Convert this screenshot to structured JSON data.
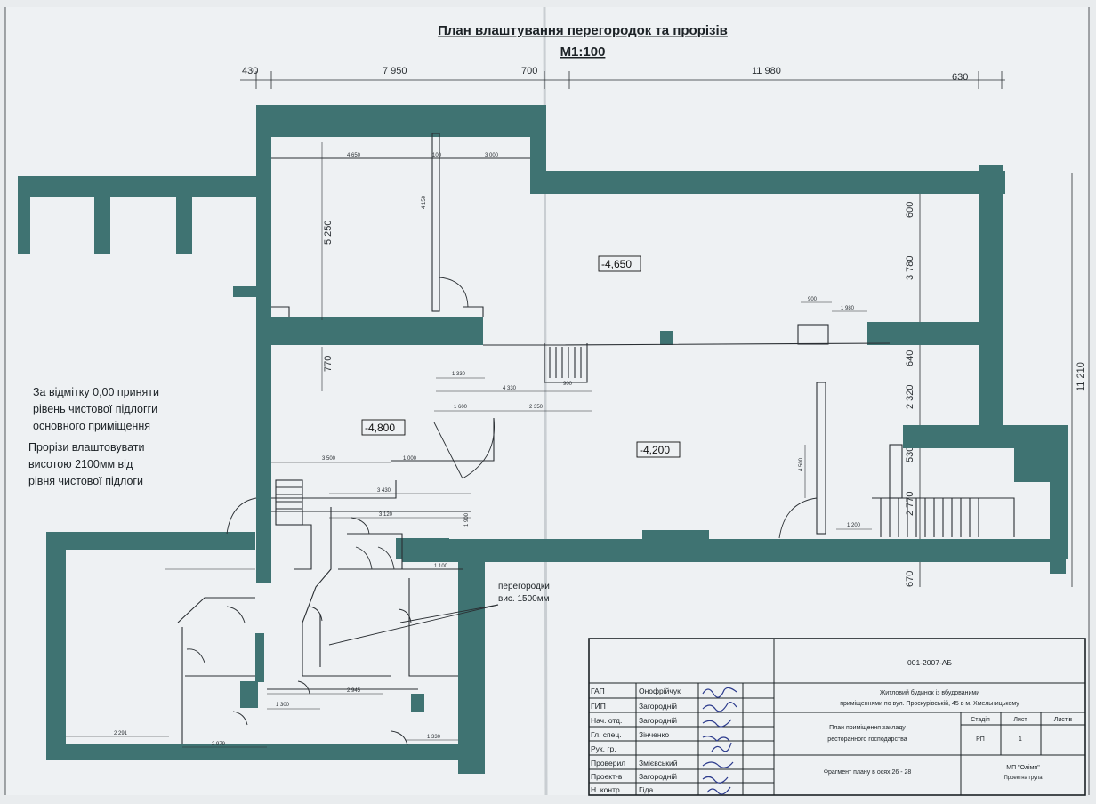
{
  "title": "План влаштування перегородок та прорізів",
  "scale": "М1:100",
  "top_dims": [
    "430",
    "7 950",
    "700",
    "11 980",
    "630"
  ],
  "right_dims": [
    "600",
    "3 780",
    "640",
    "2 320",
    "530",
    "2 770",
    "670"
  ],
  "overall_right_dim": "11 210",
  "left_dims": [
    "5 250",
    "770"
  ],
  "levels": [
    "-4,650",
    "-4,800",
    "-4,200"
  ],
  "notes": [
    "За відмітку 0,00 приняти",
    "рівень чистової підлогги",
    "основного приміщення",
    "Прорізи влаштовувати",
    "висотою 2100мм від",
    "рівня чистової підлоги"
  ],
  "partition_note": [
    "перегородки",
    "вис. 1500мм"
  ],
  "small_dims": [
    "4 650",
    "100",
    "3 000",
    "4 150",
    "1 330",
    "4 330",
    "1 600",
    "2 350",
    "900",
    "900",
    "1 980",
    "3 500",
    "1 000",
    "3 430",
    "3 120",
    "1 900",
    "1 100",
    "2 945",
    "1 300",
    "2 979",
    "2 291",
    "1 330",
    "1 200",
    "4 500"
  ],
  "title_block": {
    "code": "001-2007-АБ",
    "project_lines": [
      "Житловий будинок із вбудованими",
      "приміщеннями по вул. Проскурівській, 45 в м. Хмельницькому"
    ],
    "sheet_title": [
      "План приміщення закладу",
      "ресторанного господарства"
    ],
    "fragment": "Фрагмент плану в осях 26 - 28",
    "stage_headers": [
      "Стадія",
      "Лист",
      "Листів"
    ],
    "stage_values": [
      "РП",
      "1",
      ""
    ],
    "company": [
      "МП \"Олімп\"",
      "Проектна група"
    ],
    "roles": [
      {
        "role": "ГАП",
        "name": "Онофрійчук"
      },
      {
        "role": "ГИП",
        "name": "Загородній"
      },
      {
        "role": "Нач. отд.",
        "name": "Загородній"
      },
      {
        "role": "Гл. спец.",
        "name": "Зінченко"
      },
      {
        "role": "Рук. гр.",
        "name": ""
      },
      {
        "role": "Проверил",
        "name": "Змієвський"
      },
      {
        "role": "Проект-в",
        "name": "Загородній"
      },
      {
        "role": "Н. контр.",
        "name": "Гіда"
      }
    ]
  },
  "colors": {
    "wall": "#3f7372",
    "paper": "#eef1f3",
    "line": "#2a2f33"
  }
}
